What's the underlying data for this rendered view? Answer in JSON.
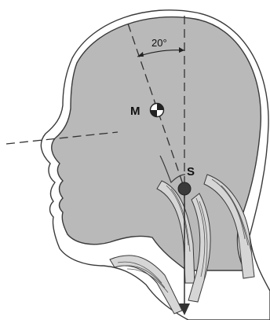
{
  "figure": {
    "angle_label": "20°",
    "point_m_label": "M",
    "point_s_label": "S"
  },
  "colors": {
    "head_fill": "#b9b9b9",
    "outline": "#3a3a3a",
    "muscle_fill": "#d6d6d6",
    "dashed_line": "#333333",
    "background": "#ffffff"
  }
}
